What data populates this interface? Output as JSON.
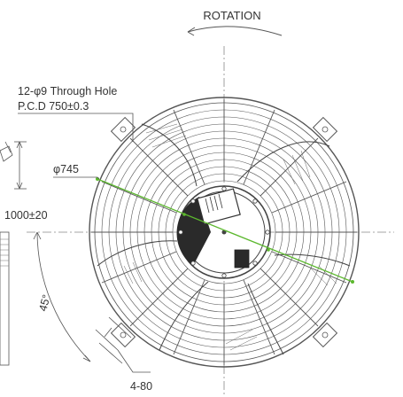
{
  "labels": {
    "rotation": "ROTATION",
    "through_hole": "12-φ9 Through Hole",
    "pcd": "P.C.D 750±0.3",
    "diameter": "φ745",
    "cable_length": "1000±20",
    "angle": "45°",
    "spacing": "4-80"
  },
  "colors": {
    "line": "#555555",
    "centerline": "#888888",
    "accent": "#5cb82e",
    "dark_fill": "#2a2a2a"
  },
  "icons": {
    "rotation_arrow": "curved-arrow-left-icon"
  }
}
